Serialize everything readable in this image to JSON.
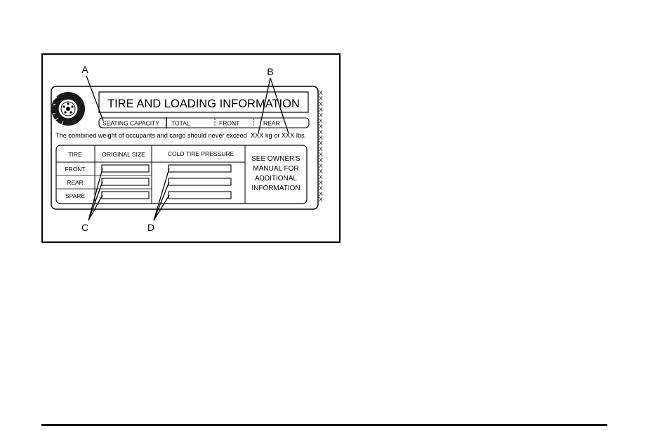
{
  "label": {
    "title": "TIRE AND LOADING INFORMATION",
    "capacity_row": {
      "seating_capacity": "SEATING CAPACITY",
      "total": "TOTAL",
      "front": "FRONT",
      "rear": "REAR"
    },
    "weight_notice": "The combined weight of occupants and cargo should never exceed",
    "weight_value": "XXX kg or XXX lbs.",
    "table": {
      "headers": [
        "TIRE",
        "ORIGINAL SIZE",
        "COLD TIRE PRESSURE"
      ],
      "rows": [
        "FRONT",
        "REAR",
        "SPARE"
      ]
    },
    "owners_manual_note": [
      "SEE OWNER'S",
      "MANUAL FOR",
      "ADDITIONAL",
      "INFORMATION"
    ],
    "side_marks": "X"
  },
  "callouts": {
    "a": "A",
    "b": "B",
    "c": "C",
    "d": "D"
  }
}
